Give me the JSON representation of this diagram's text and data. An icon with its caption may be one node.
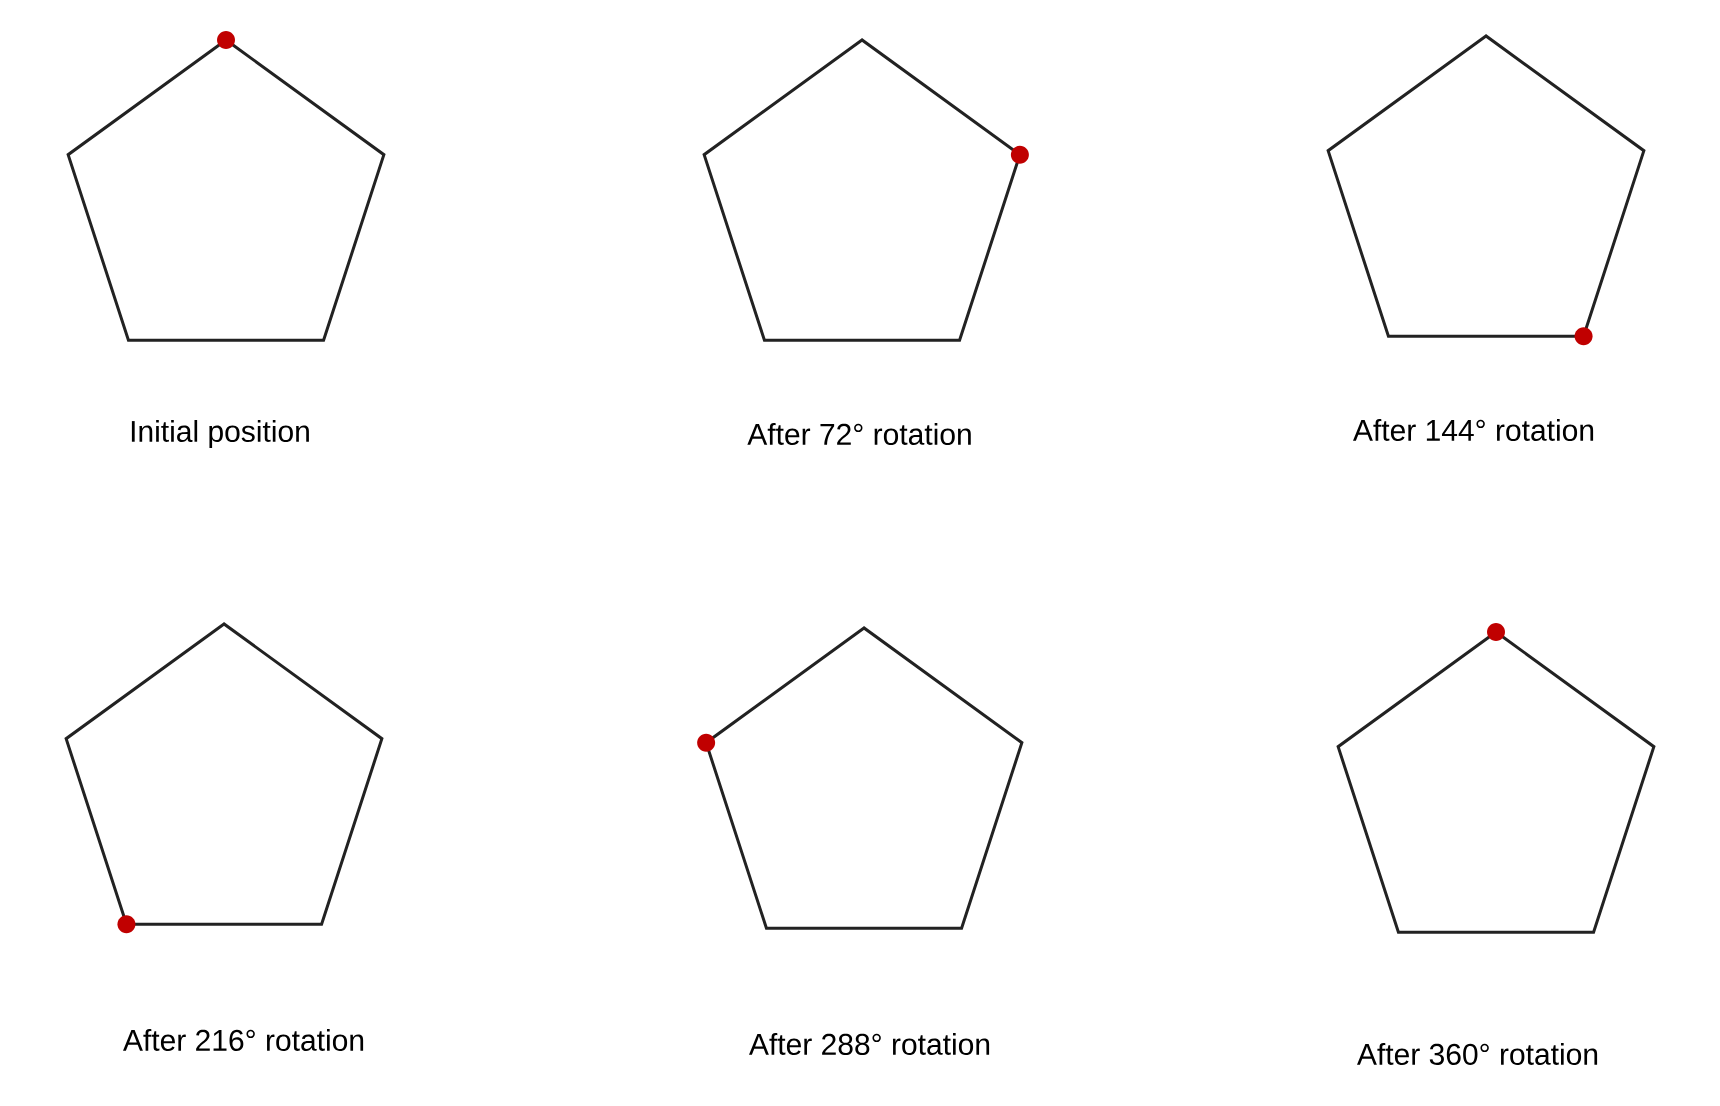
{
  "diagram": {
    "nodes": [
      {
        "text": [],
        "shape": "pentagon",
        "beside": [
          "Initial position"
        ]
      },
      {
        "text": [],
        "shape": "pentagon",
        "beside": [
          "After 72° rotation"
        ]
      },
      {
        "text": [],
        "shape": "pentagon",
        "beside": [
          "After 144° rotation"
        ]
      },
      {
        "text": [],
        "shape": "pentagon",
        "beside": [
          "After 216° rotation"
        ]
      },
      {
        "text": [],
        "shape": "pentagon",
        "beside": [
          "After 288° rotation"
        ]
      },
      {
        "text": [],
        "shape": "pentagon",
        "beside": [
          "After 360° rotation"
        ]
      }
    ]
  }
}
